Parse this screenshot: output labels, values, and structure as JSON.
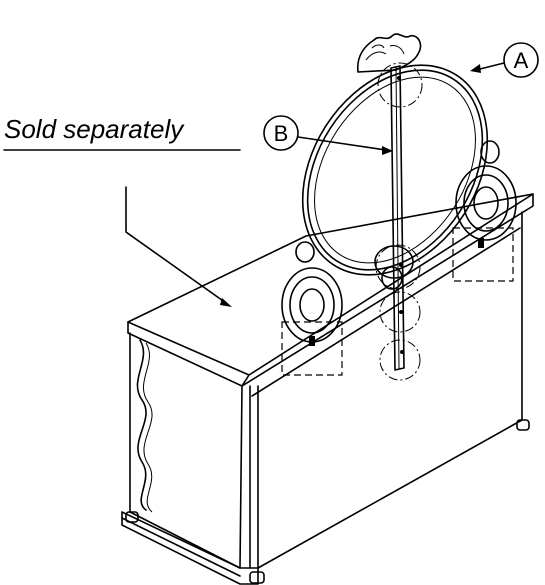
{
  "caption": "Sold separately",
  "callouts": [
    {
      "id": "mirror",
      "letter": "A"
    },
    {
      "id": "support",
      "letter": "B"
    }
  ]
}
